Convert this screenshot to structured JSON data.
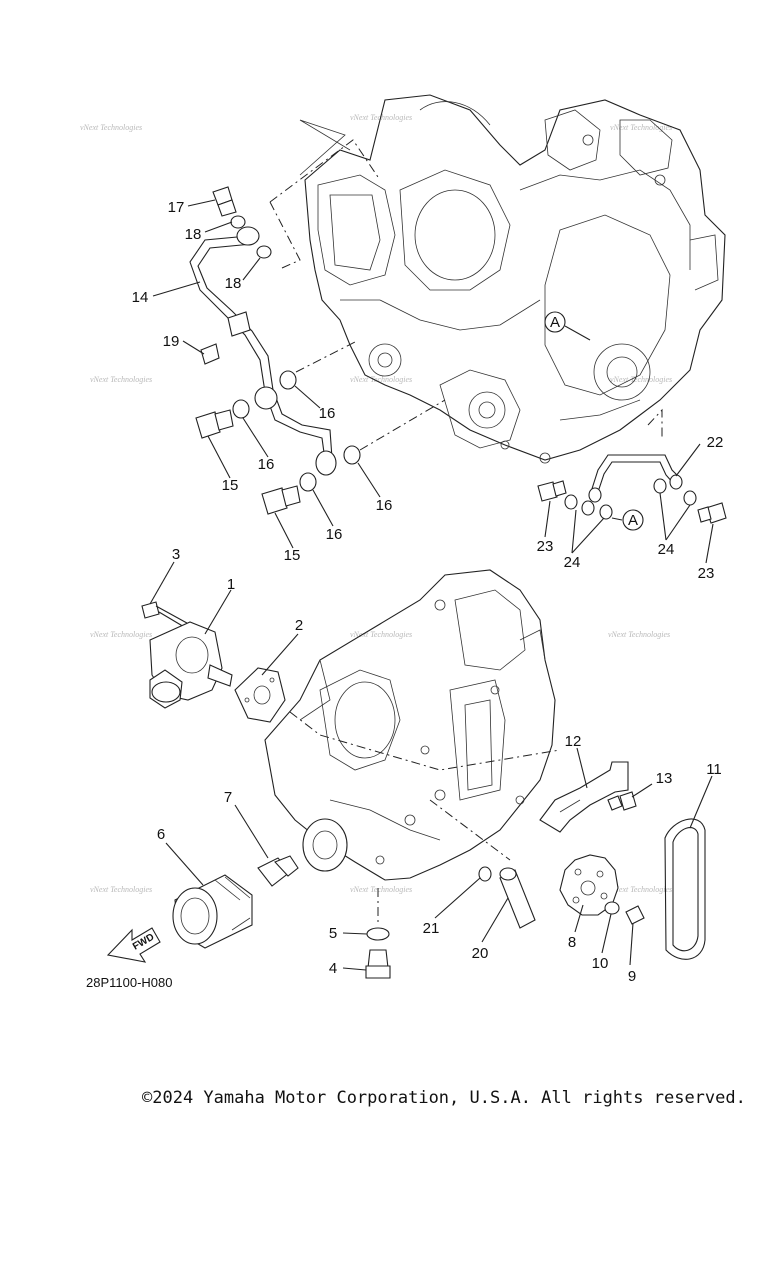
{
  "diagram": {
    "figure_code": "28P1100-H080",
    "copyright": "©2024 Yamaha Motor Corporation, U.S.A. All rights reserved.",
    "watermark": "vNext Technologies",
    "fwd_label": "FWD",
    "ref_marker": "A",
    "callouts": {
      "c1": "1",
      "c2": "2",
      "c3": "3",
      "c4": "4",
      "c5": "5",
      "c6": "6",
      "c7": "7",
      "c8": "8",
      "c9": "9",
      "c10": "10",
      "c11": "11",
      "c12": "12",
      "c13": "13",
      "c14": "14",
      "c15": "15",
      "c16": "16",
      "c17": "17",
      "c18": "18",
      "c19": "19",
      "c20": "20",
      "c21": "21",
      "c22": "22",
      "c23": "23",
      "c24": "24"
    }
  }
}
